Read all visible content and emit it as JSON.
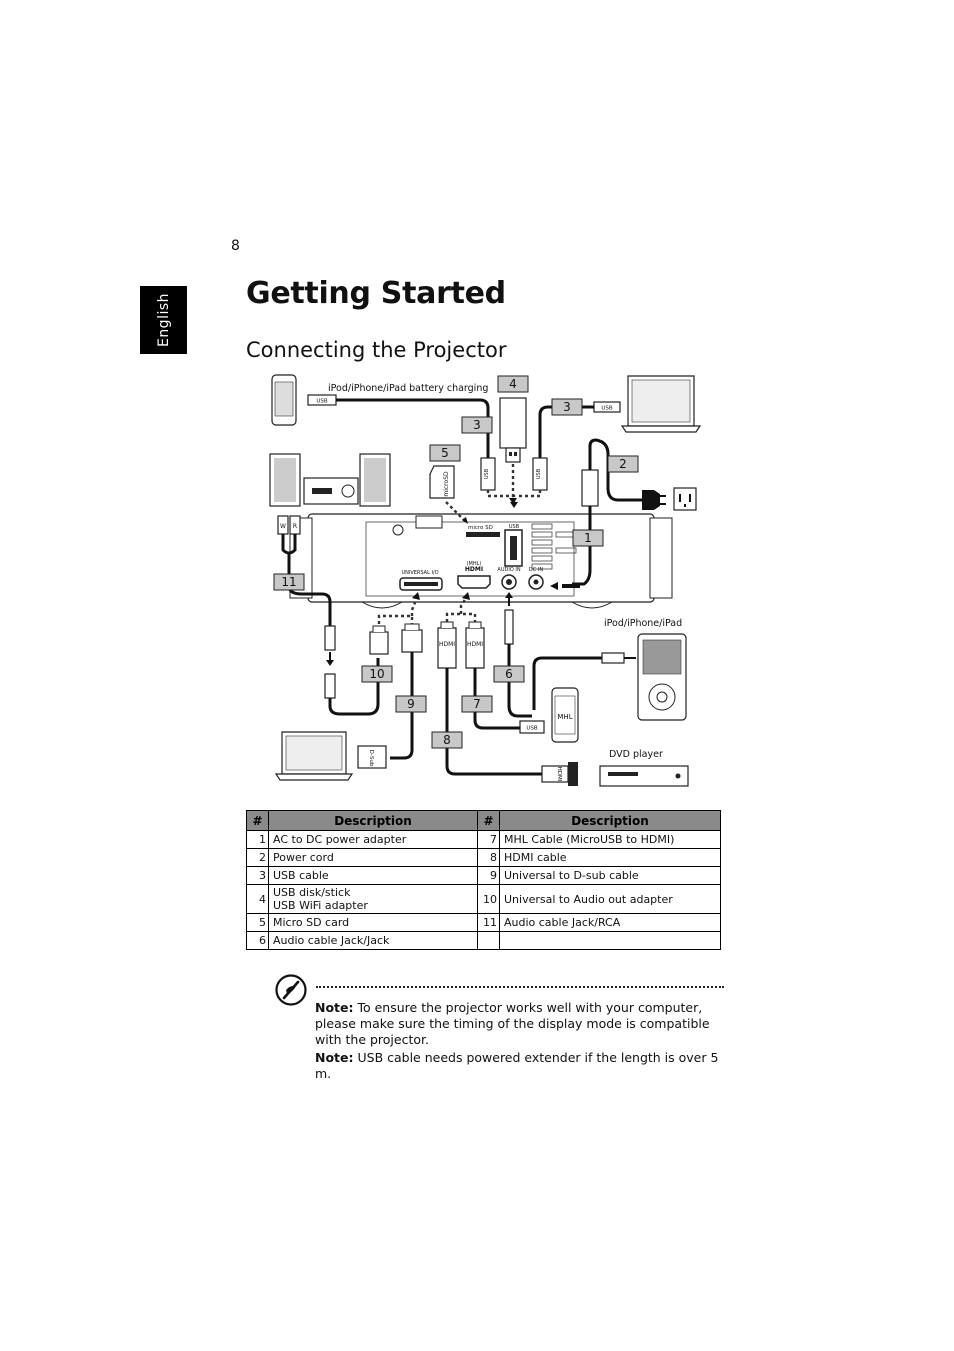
{
  "page": {
    "number": "8",
    "language_tab": "English"
  },
  "heading": {
    "title": "Getting Started",
    "subtitle": "Connecting the Projector"
  },
  "diagram": {
    "labels": {
      "ipod_charging": "iPod/iPhone/iPad battery charging",
      "ipod_device": "iPod/iPhone/iPad",
      "dvd_player": "DVD player"
    },
    "port_labels": {
      "usb": "USB",
      "micro_sd": "micro SD",
      "mhl": "(MHL)",
      "hdmi": "HDMI",
      "audio_in": "AUDIO IN",
      "dc_in": "DC IN",
      "universal_io": "UNIVERSAL I/O"
    },
    "connector_labels": {
      "usb": "USB",
      "hdmi": "HDMI",
      "mhl": "MHL",
      "dsub": "D-Sub",
      "rca_w": "W",
      "rca_r": "R"
    },
    "callouts": [
      "1",
      "2",
      "3",
      "4",
      "5",
      "6",
      "7",
      "8",
      "9",
      "10",
      "11"
    ]
  },
  "table": {
    "headers": [
      "#",
      "Description",
      "#",
      "Description"
    ],
    "rows": [
      {
        "n1": "1",
        "d1": [
          "AC to DC power adapter"
        ],
        "n2": "7",
        "d2": "MHL Cable (MicroUSB to HDMI)"
      },
      {
        "n1": "2",
        "d1": [
          "Power cord"
        ],
        "n2": "8",
        "d2": "HDMI cable"
      },
      {
        "n1": "3",
        "d1": [
          "USB cable"
        ],
        "n2": "9",
        "d2": "Universal to D-sub cable"
      },
      {
        "n1": "4",
        "d1": [
          "USB disk/stick",
          "USB WiFi adapter"
        ],
        "n2": "10",
        "d2": "Universal to Audio out adapter"
      },
      {
        "n1": "5",
        "d1": [
          "Micro SD card"
        ],
        "n2": "11",
        "d2": "Audio cable Jack/RCA"
      },
      {
        "n1": "6",
        "d1": [
          "Audio cable Jack/Jack"
        ],
        "n2": "",
        "d2": ""
      }
    ]
  },
  "notes": [
    {
      "label": "Note:",
      "text": " To ensure the projector works well with your computer, please make sure the timing of the display mode is compatible with the projector."
    },
    {
      "label": "Note:",
      "text": " USB cable needs powered extender if the length is over 5 m."
    }
  ]
}
